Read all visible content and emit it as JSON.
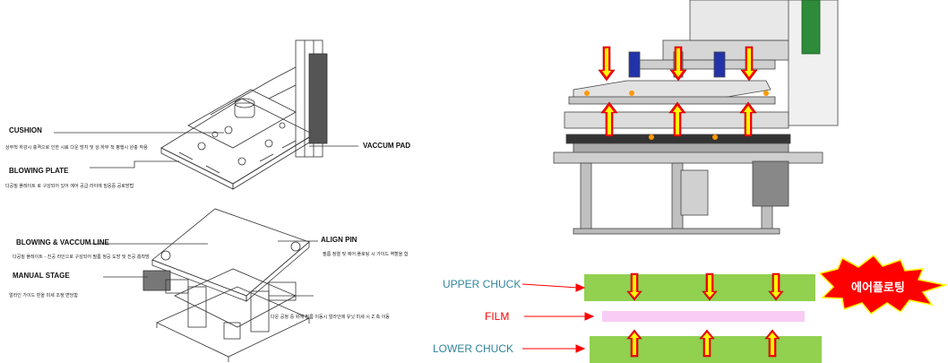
{
  "top_left": {
    "cushion_label": "CUSHION",
    "cushion_desc": "상부척 하강시 충격으로 인한 시료 다운 방지 및 상.하부 척 평행시 완충 작용",
    "blowing_plate_label": "BLOWING PLATE",
    "blowing_plate_desc": "다공질 플레이트 로 구성되어 있어 에어 공급 라이에 밀응중 공로방법",
    "vaccum_pad_label": "VACCUM PAD"
  },
  "bottom_left": {
    "blowing_vaccum_label": "BLOWING & VACCUM LINE",
    "blowing_vaccum_desc": "다공질 플레이트 - 진공 라인으로 구성되어 필름 정공 도방 및 진공 흡착방",
    "align_pin_label": "ALIGN PIN",
    "align_pin_desc": "필름 정렬 및 에어 플로팅 시 가이드 역할을 함",
    "manual_stage_label": "MANUAL STAGE",
    "manual_stage_desc": "얼라인 가이드 핀을 미세 조정 변당함",
    "stage_desc": "다운 공정 중 위해 필름 이동시 얼라인에 유닛 미세 시 Z 축 이동"
  },
  "chuck_diagram": {
    "upper_label": "UPPER CHUCK",
    "film_label": "FILM",
    "lower_label": "LOWER CHUCK",
    "burst_text": "에어플로팅",
    "colors": {
      "chuck_green": "#92d050",
      "film_pink": "#f8ccf4",
      "arrow_red": "#ff0000",
      "arrow_yellow": "#ffff00",
      "label_blue": "#31859c",
      "label_red": "#ff0000"
    }
  }
}
